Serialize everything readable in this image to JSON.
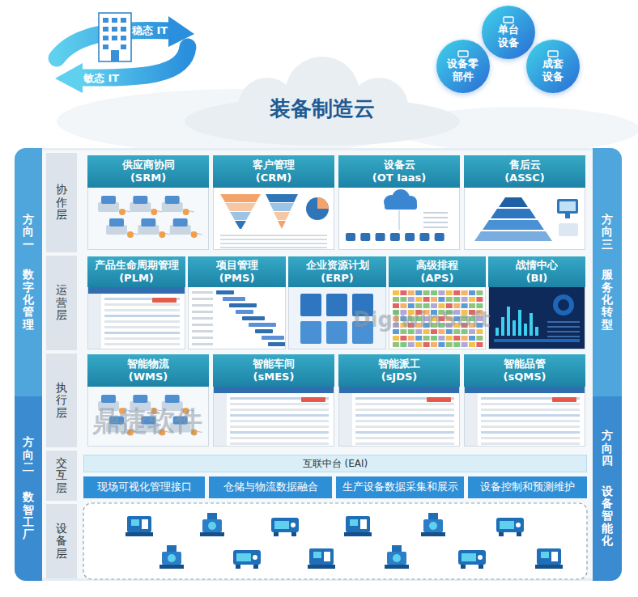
{
  "diagram": {
    "title": "装备制造云",
    "nodes": [
      {
        "text": [
          "单台设备"
        ]
      },
      {
        "text": [
          "设备零部件"
        ]
      },
      {
        "text": [
          "成套设备"
        ]
      },
      {
        "text": [
          "方向一",
          "数字化管理"
        ]
      },
      {
        "text": [
          "方向二",
          "数智工厂"
        ]
      },
      {
        "text": [
          "方向三",
          "服务化转型"
        ]
      },
      {
        "text": [
          "方向四",
          "设备智能化"
        ]
      },
      {
        "text": [
          "协作层"
        ]
      },
      {
        "text": [
          "供应商协同",
          "(SRM)"
        ]
      },
      {
        "text": [
          "客户管理",
          "(CRM)"
        ]
      },
      {
        "text": [
          "设备云",
          "(OT Iaas)"
        ]
      },
      {
        "text": [
          "售后云",
          "(ASSC)"
        ]
      },
      {
        "text": [
          "运营层"
        ]
      },
      {
        "text": [
          "产品生命周期管理",
          "(PLM)"
        ]
      },
      {
        "text": [
          "项目管理",
          "(PMS)"
        ]
      },
      {
        "text": [
          "企业资源计划",
          "(ERP)"
        ]
      },
      {
        "text": [
          "高级排程",
          "(APS)"
        ]
      },
      {
        "text": [
          "战情中心",
          "(BI)"
        ]
      },
      {
        "text": [
          "执行层"
        ]
      },
      {
        "text": [
          "智能物流",
          "(WMS)"
        ]
      },
      {
        "text": [
          "智能车间",
          "(sMES)"
        ]
      },
      {
        "text": [
          "智能派工",
          "(sJDS)"
        ]
      },
      {
        "text": [
          "智能品管",
          "(sQMS)"
        ]
      },
      {
        "text": [
          "交互层"
        ]
      },
      {
        "text": [
          "互联中台 (EAI)"
        ]
      },
      {
        "text": [
          "现场可视化管理接口"
        ]
      },
      {
        "text": [
          "仓储与物流数据融合"
        ]
      },
      {
        "text": [
          "生产设备数据采集和展示"
        ]
      },
      {
        "text": [
          "设备控制和预测维护"
        ]
      },
      {
        "text": [
          "设备层"
        ]
      }
    ],
    "labels": [
      "稳态 IT",
      "敏态 IT",
      "鼎捷软件",
      "DigiwinSoft"
    ]
  }
}
